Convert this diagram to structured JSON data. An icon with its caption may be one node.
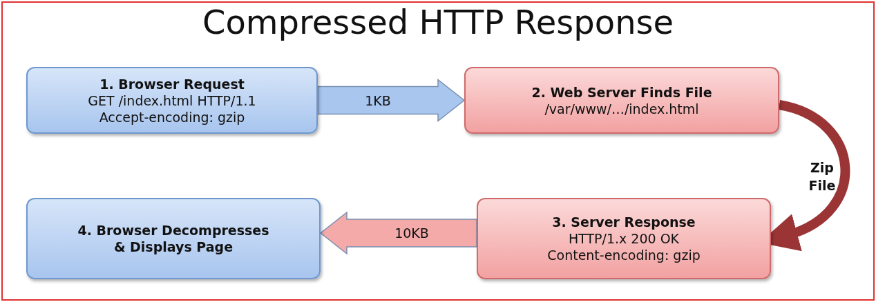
{
  "diagram": {
    "title": "Compressed HTTP Response",
    "nodes": [
      {
        "text": [
          "1. Browser Request",
          "GET /index.html HTTP/1.1",
          "Accept-encoding: gzip"
        ]
      },
      {
        "text": [
          "2. Web Server Finds File",
          "/var/www/…/index.html"
        ]
      },
      {
        "text": [
          "3. Server Response",
          "HTTP/1.x 200 OK",
          "Content-encoding: gzip"
        ]
      },
      {
        "text": [
          "4. Browser Decompresses & Displays Page"
        ]
      }
    ],
    "edges": [
      {
        "from": 0,
        "to": 1,
        "arrow": "to",
        "label": "1KB",
        "color": "#a9c6ef"
      },
      {
        "from": 1,
        "to": 2,
        "arrow": "to",
        "label": "Zip File",
        "color": "#9b3535"
      },
      {
        "from": 2,
        "to": 3,
        "arrow": "to",
        "label": "10KB",
        "color": "#f5aaaa"
      }
    ]
  }
}
